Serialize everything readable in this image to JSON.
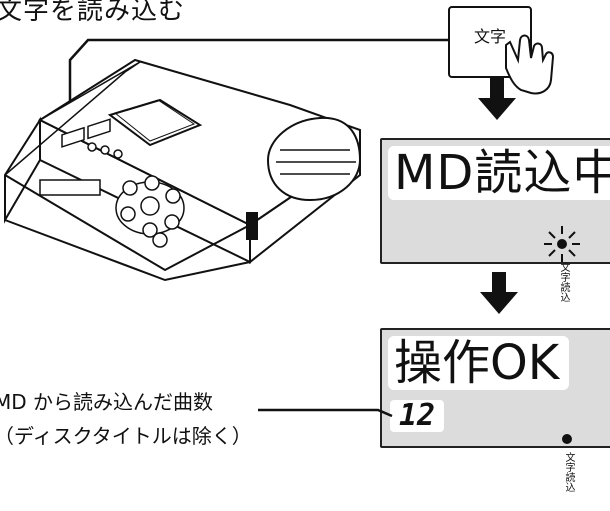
{
  "heading": "文字を読み込む",
  "button": {
    "label": "文字"
  },
  "display1": {
    "text": "MD読込中",
    "indicator_label": "文字読込",
    "indicator_state": "blinking"
  },
  "display2": {
    "text": "操作OK",
    "track_count": "12",
    "indicator_label": "文字読込",
    "indicator_state": "on"
  },
  "annotation": {
    "line1": "MD から読み込んだ曲数",
    "line2": "（ディスクタイトルは除く）"
  },
  "icons": [
    "hand-pointer-icon",
    "down-arrow-icon",
    "down-arrow-icon",
    "indicator-lamp-icon",
    "indicator-lamp-icon"
  ]
}
